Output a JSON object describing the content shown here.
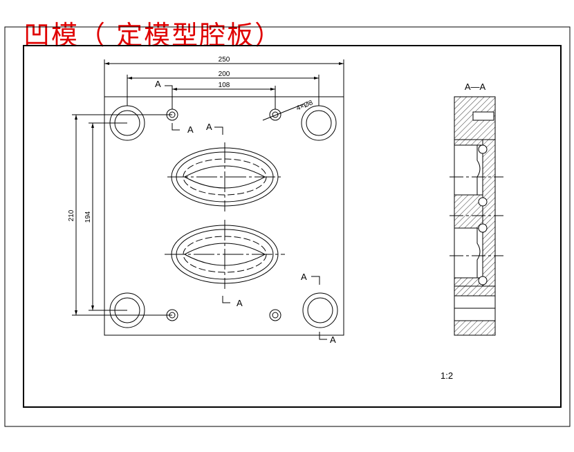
{
  "title": "凹模（ 定模型腔板）",
  "dimensions": {
    "overall_width": "250",
    "guide_spacing": "200",
    "pin_spacing": "108",
    "overall_height": "210",
    "guide_vertical": "194",
    "hole_note": "4×Ø8"
  },
  "section": {
    "marker": "A",
    "view_title": "A—A"
  },
  "scale": "1:2"
}
